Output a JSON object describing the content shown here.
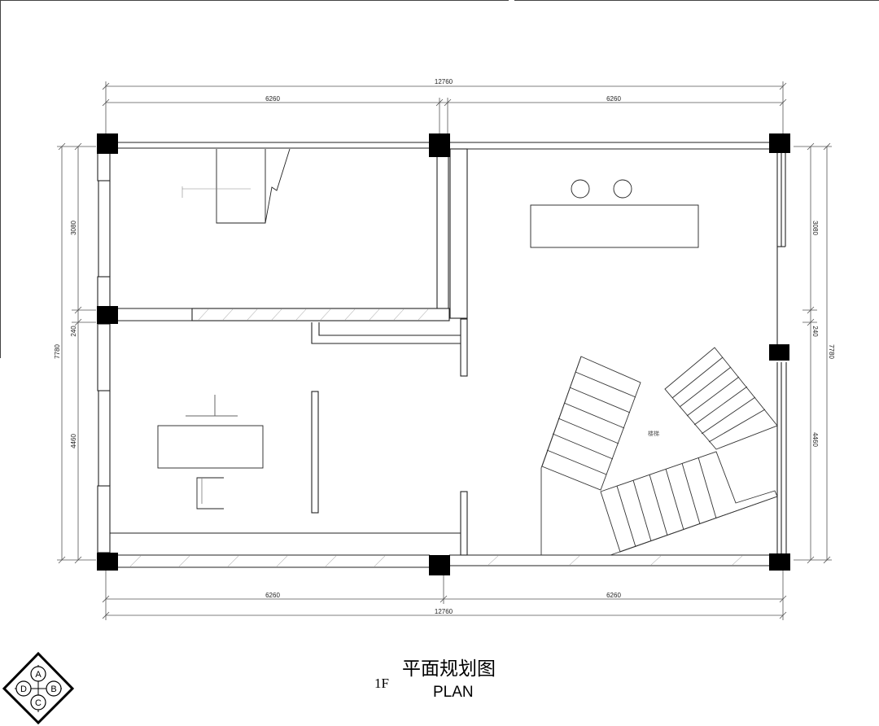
{
  "dimensions": {
    "top_total": "12760",
    "top_left": "6260",
    "top_right": "6260",
    "bottom_left": "6260",
    "bottom_right": "6260",
    "bottom_total": "12760",
    "left_total": "7780",
    "left_upper": "3080",
    "left_mid": "240",
    "left_lower": "4460",
    "right_upper": "3080",
    "right_mid": "240",
    "right_lower": "4460",
    "right_total": "7780"
  },
  "room_note": "楼梯",
  "title": {
    "floor": "1F",
    "chinese": "平面规划图",
    "english": "PLAN"
  },
  "compass": [
    "A",
    "B",
    "C",
    "D"
  ]
}
